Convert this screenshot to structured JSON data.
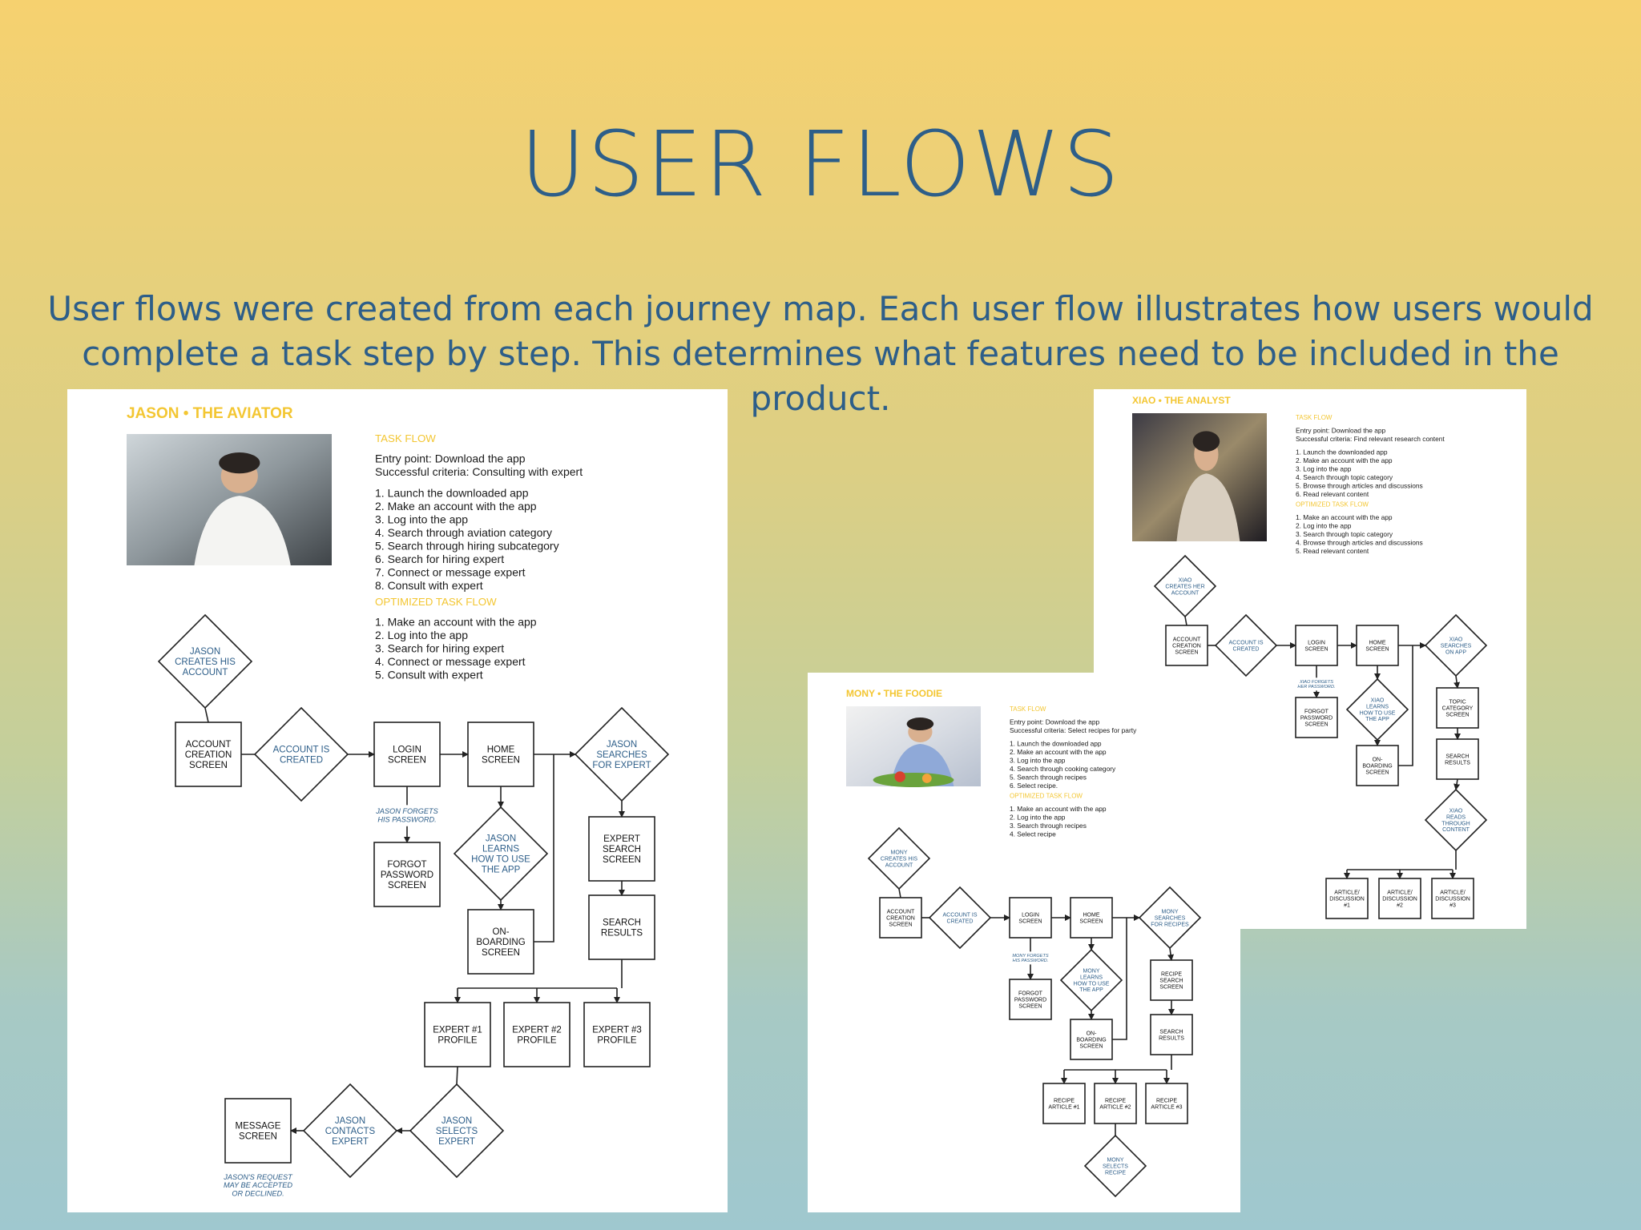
{
  "title": "USER FLOWS",
  "subtitle_line1": "User flows were created from each journey map. Each user flow illustrates how users would",
  "subtitle_line2": "complete a task step by step. This determines what features need to be included in the product.",
  "panels": [
    {
      "id": "jason",
      "name": "JASON • THE AVIATOR",
      "photo": "aviator-photo",
      "task_flow_heading": "TASK FLOW",
      "entry_lines": [
        "Entry point: Download the app",
        "Successful criteria: Consulting with expert"
      ],
      "task_steps": [
        "1. Launch the downloaded app",
        "2. Make an account with the app",
        "3. Log into the app",
        "4. Search through aviation category",
        "5. Search through hiring subcategory",
        "6. Search for hiring expert",
        "7. Connect or message expert",
        "8. Consult with expert"
      ],
      "optimized_heading": "OPTIMIZED TASK FLOW",
      "optimized_steps": [
        "1. Make an account with the app",
        "2. Log into the app",
        "3. Search for hiring expert",
        "4. Connect or message expert",
        "5. Consult with expert"
      ],
      "nodes": {
        "start": [
          "JASON",
          "CREATES HIS",
          "ACCOUNT"
        ],
        "creation": [
          "ACCOUNT",
          "CREATION",
          "SCREEN"
        ],
        "created": [
          "ACCOUNT IS",
          "CREATED"
        ],
        "login": [
          "LOGIN",
          "SCREEN"
        ],
        "home": [
          "HOME",
          "SCREEN"
        ],
        "searches": [
          "JASON",
          "SEARCHES",
          "FOR EXPERT"
        ],
        "learns": [
          "JASON",
          "LEARNS",
          "HOW TO USE",
          "THE APP"
        ],
        "onboarding": [
          "ON-",
          "BOARDING",
          "SCREEN"
        ],
        "forgot": [
          "FORGOT",
          "PASSWORD",
          "SCREEN"
        ],
        "search_screen": [
          "EXPERT",
          "SEARCH",
          "SCREEN"
        ],
        "results": [
          "SEARCH",
          "RESULTS"
        ],
        "r1": [
          "EXPERT #1",
          "PROFILE"
        ],
        "r2": [
          "EXPERT #2",
          "PROFILE"
        ],
        "r3": [
          "EXPERT #3",
          "PROFILE"
        ],
        "selects": [
          "JASON",
          "SELECTS",
          "EXPERT"
        ],
        "contacts": [
          "JASON",
          "CONTACTS",
          "EXPERT"
        ],
        "message": [
          "MESSAGE",
          "SCREEN"
        ]
      },
      "notes": {
        "forgets": [
          "JASON FORGETS",
          "HIS PASSWORD."
        ],
        "request": [
          "JASON'S REQUEST",
          "MAY BE ACCEPTED",
          "OR DECLINED."
        ]
      }
    },
    {
      "id": "xiao",
      "name": "XIAO • THE ANALYST",
      "photo": "analyst-photo",
      "task_flow_heading": "TASK FLOW",
      "entry_lines": [
        "Entry point: Download the app",
        "Successful criteria: Find relevant research content"
      ],
      "task_steps": [
        "1. Launch the downloaded app",
        "2. Make an account with the app",
        "3. Log into the app",
        "4. Search through topic category",
        "5. Browse through articles and discussions",
        "6. Read relevant content"
      ],
      "optimized_heading": "OPTIMIZED TASK FLOW",
      "optimized_steps": [
        "1. Make an account with the app",
        "2. Log into the app",
        "3. Search through topic category",
        "4. Browse through articles and discussions",
        "5. Read relevant content"
      ],
      "nodes": {
        "start": [
          "XIAO",
          "CREATES HER",
          "ACCOUNT"
        ],
        "creation": [
          "ACCOUNT",
          "CREATION",
          "SCREEN"
        ],
        "created": [
          "ACCOUNT IS",
          "CREATED"
        ],
        "login": [
          "LOGIN",
          "SCREEN"
        ],
        "home": [
          "HOME",
          "SCREEN"
        ],
        "searches": [
          "XIAO",
          "SEARCHES",
          "ON APP"
        ],
        "learns": [
          "XIAO",
          "LEARNS",
          "HOW TO USE",
          "THE APP"
        ],
        "onboarding": [
          "ON-",
          "BOARDING",
          "SCREEN"
        ],
        "forgot": [
          "FORGOT",
          "PASSWORD",
          "SCREEN"
        ],
        "search_screen": [
          "TOPIC",
          "CATEGORY",
          "SCREEN"
        ],
        "results": [
          "SEARCH",
          "RESULTS"
        ],
        "reads": [
          "XIAO",
          "READS",
          "THROUGH",
          "CONTENT"
        ],
        "r1": [
          "ARTICLE/",
          "DISCUSSION",
          "#1"
        ],
        "r2": [
          "ARTICLE/",
          "DISCUSSION",
          "#2"
        ],
        "r3": [
          "ARTICLE/",
          "DISCUSSION",
          "#3"
        ]
      },
      "notes": {
        "forgets": [
          "XIAO FORGETS",
          "HER PASSWORD."
        ]
      }
    },
    {
      "id": "mony",
      "name": "MONY • THE FOODIE",
      "photo": "foodie-photo",
      "task_flow_heading": "TASK FLOW",
      "entry_lines": [
        "Entry point: Download the app",
        "Successful criteria: Select recipes for party"
      ],
      "task_steps": [
        "1. Launch the downloaded app",
        "2. Make an account with the app",
        "3. Log into the app",
        "4. Search through cooking category",
        "5. Search through recipes",
        "6. Select recipe."
      ],
      "optimized_heading": "OPTIMIZED TASK FLOW",
      "optimized_steps": [
        "1. Make an account with the app",
        "2. Log into the app",
        "3. Search through recipes",
        "4. Select recipe"
      ],
      "nodes": {
        "start": [
          "MONY",
          "CREATES HIS",
          "ACCOUNT"
        ],
        "creation": [
          "ACCOUNT",
          "CREATION",
          "SCREEN"
        ],
        "created": [
          "ACCOUNT IS",
          "CREATED"
        ],
        "login": [
          "LOGIN",
          "SCREEN"
        ],
        "home": [
          "HOME",
          "SCREEN"
        ],
        "searches": [
          "MONY",
          "SEARCHES",
          "FOR RECIPES"
        ],
        "learns": [
          "MONY",
          "LEARNS",
          "HOW TO USE",
          "THE APP"
        ],
        "onboarding": [
          "ON-",
          "BOARDING",
          "SCREEN"
        ],
        "forgot": [
          "FORGOT",
          "PASSWORD",
          "SCREEN"
        ],
        "search_screen": [
          "RECIPE",
          "SEARCH",
          "SCREEN"
        ],
        "results": [
          "SEARCH",
          "RESULTS"
        ],
        "r1": [
          "RECIPE",
          "ARTICLE #1"
        ],
        "r2": [
          "RECIPE",
          "ARTICLE #2"
        ],
        "r3": [
          "RECIPE",
          "ARTICLE #3"
        ],
        "selects": [
          "MONY",
          "SELECTS",
          "RECIPE"
        ]
      },
      "notes": {
        "forgets": [
          "MONY FORGETS",
          "HIS PASSWORD."
        ]
      }
    }
  ]
}
